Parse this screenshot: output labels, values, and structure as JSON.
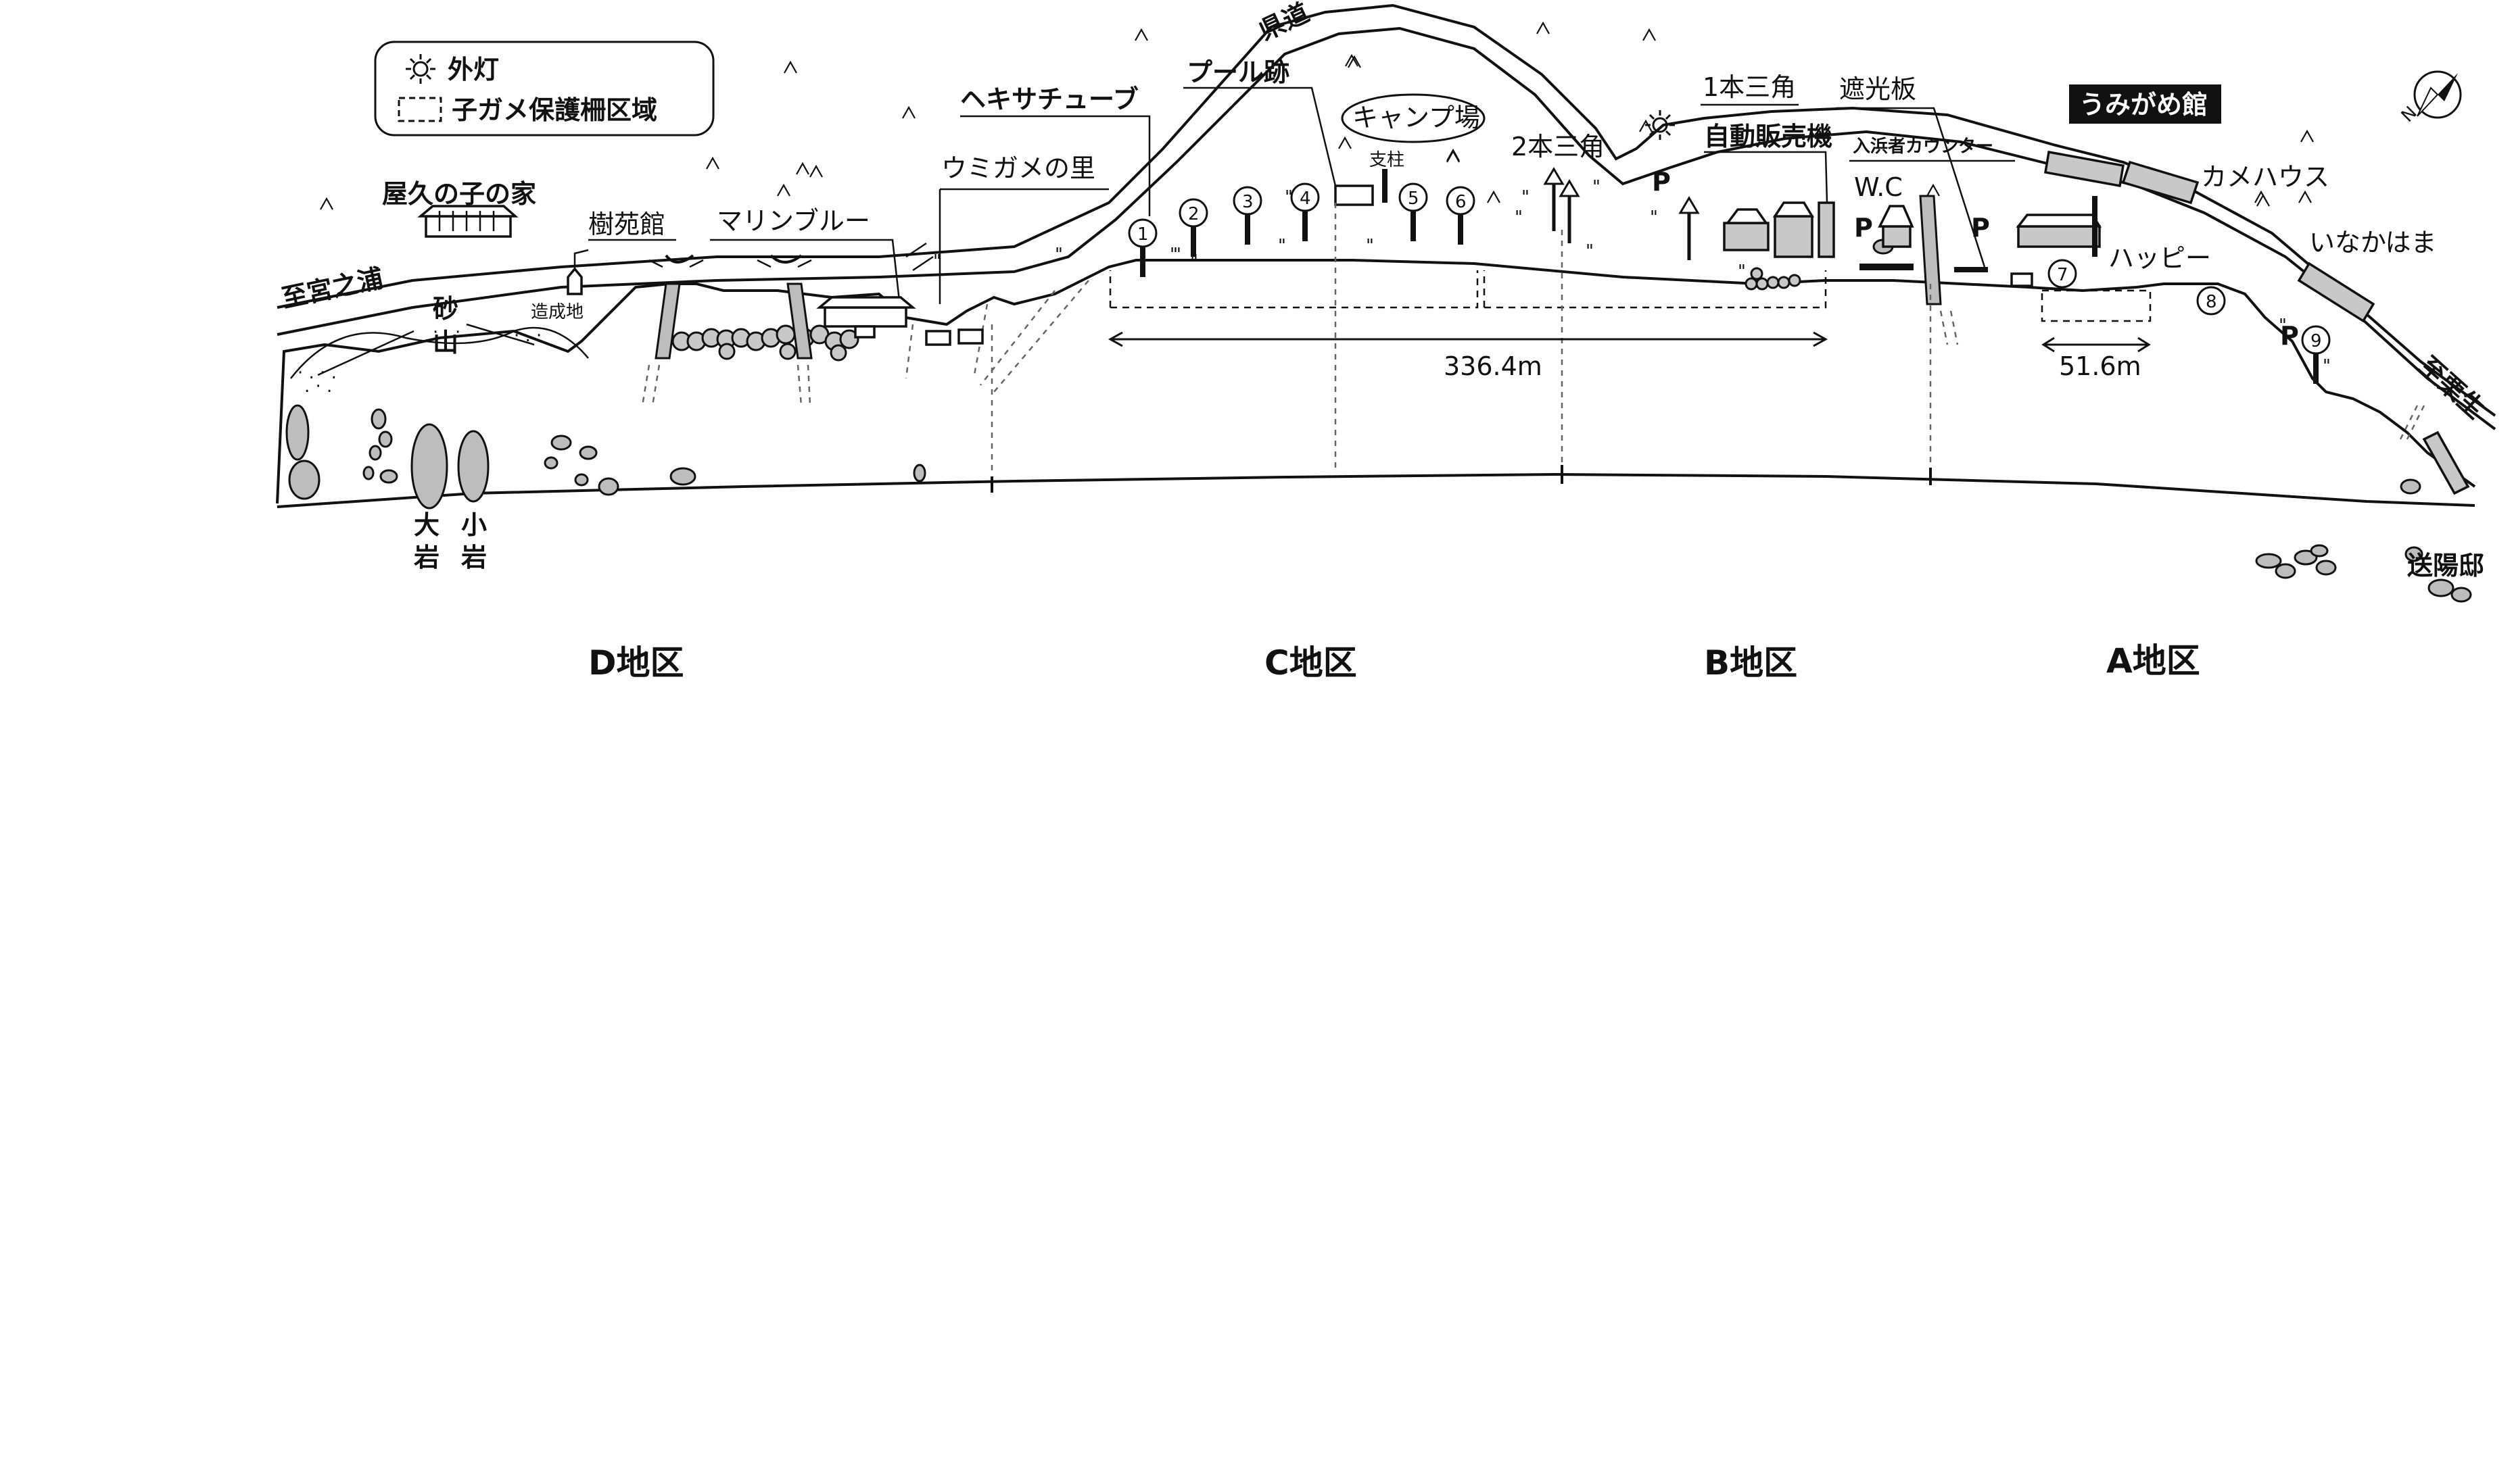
{
  "legend": {
    "light_label": "外灯",
    "zone_label": "子ガメ保護柵区域"
  },
  "places": {
    "yakunoko": "屋久の子の家",
    "jyuenkan": "樹苑館",
    "marine_blue": "マリンブルー",
    "miyanoura": "至宮之浦",
    "sand_hill": "砂山",
    "zoseichi": "造成地",
    "umigame_sato": "ウミガメの里",
    "hexa_tube": "ヘキサチューブ",
    "pool_ato": "プール跡",
    "kendo": "県道",
    "camp": "キャンプ場",
    "shichu": "支柱",
    "two_triangle": "2本三角",
    "one_triangle": "1本三角",
    "vending": "自動販売機",
    "shade_board": "遮光板",
    "entry_counter": "入浜者カウンター",
    "wc": "W.C",
    "umigamekan": "うみがめ館",
    "kame_house": "カメハウス",
    "happy": "ハッピー",
    "inakahama": "いなかはま",
    "kurio": "至栗生",
    "soyotei": "送陽邸",
    "big_rock": "大岩",
    "small_rock": "小岩"
  },
  "distances": {
    "c_zone": "336.4m",
    "a_zone": "51.6m"
  },
  "parking": "P",
  "markers": [
    "1",
    "2",
    "3",
    "4",
    "5",
    "6",
    "7",
    "8",
    "9"
  ],
  "districts": [
    "D地区",
    "C地区",
    "B地区",
    "A地区"
  ],
  "compass": {
    "icon": "north-arrow-icon",
    "letter": "N"
  },
  "colors": {
    "ink": "#111111",
    "rock_fill": "#bdbdbd",
    "building_fill": "#c8c8c8",
    "label_bg": "#111111"
  }
}
